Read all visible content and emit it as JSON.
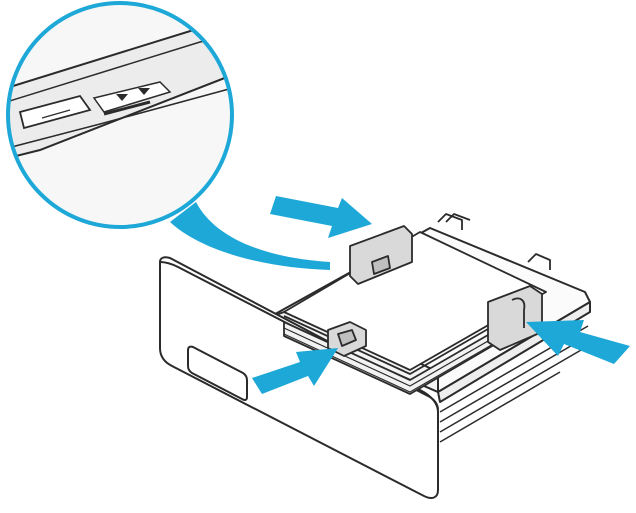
{
  "illustration": {
    "subject": "paper-tray-loading",
    "colors": {
      "line": "#2b2b2b",
      "accent": "#1ea8d8",
      "tray_fill": "#ffffff",
      "paper_shade": "#f2f2f2",
      "guide_fill": "#d9d9d9",
      "callout_bg": "#f7f7f7"
    },
    "callout": {
      "mark_glyphs": "▼ ▼"
    },
    "arrows": [
      {
        "id": "top-guide-arrow",
        "direction": "right"
      },
      {
        "id": "front-guide-arrow",
        "direction": "right"
      },
      {
        "id": "side-guide-arrow",
        "direction": "left"
      }
    ]
  }
}
